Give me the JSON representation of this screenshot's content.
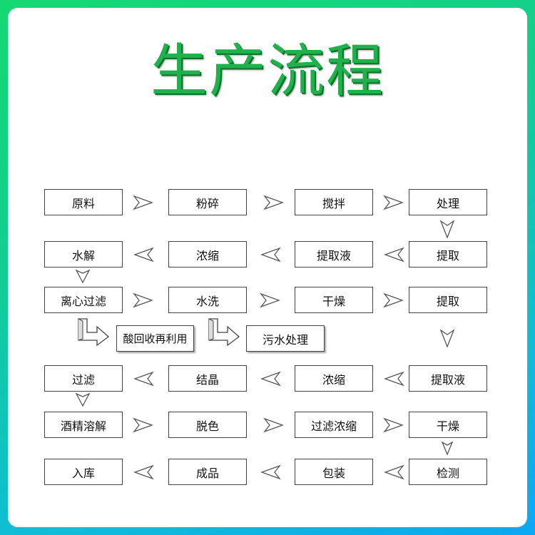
{
  "title": "生产流程",
  "steps": {
    "r1c1": "原料",
    "r1c2": "粉碎",
    "r1c3": "搅拌",
    "r1c4": "处理",
    "r2c1": "水解",
    "r2c2": "浓缩",
    "r2c3": "提取液",
    "r2c4": "提取",
    "r3c1": "离心过滤",
    "r3c2": "水洗",
    "r3c3": "干燥",
    "r3c4": "提取",
    "b1": "酸回收再利用",
    "b2": "污水处理",
    "r5c1": "过滤",
    "r5c2": "结晶",
    "r5c3": "浓缩",
    "r5c4": "提取液",
    "r6c1": "酒精溶解",
    "r6c2": "脱色",
    "r6c3": "过滤浓缩",
    "r6c4": "干燥",
    "r7c1": "入库",
    "r7c2": "成品",
    "r7c3": "包装",
    "r7c4": "检测"
  }
}
